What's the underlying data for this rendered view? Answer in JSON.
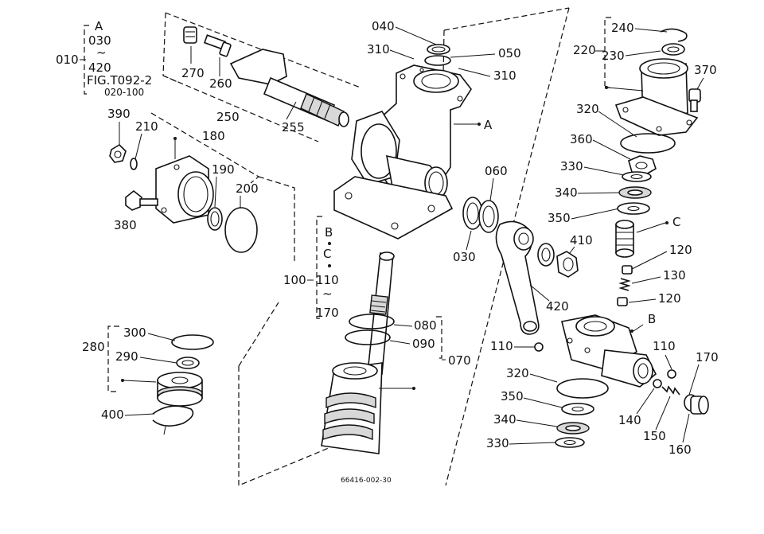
{
  "diagram": {
    "drawing_number": "66416-002-30"
  },
  "labels": {
    "l010": "010",
    "l_A": "A",
    "l030a": "030",
    "l420a": "420",
    "l_fig": "FIG.T092-2",
    "l_range": "020-100",
    "l270": "270",
    "l260": "260",
    "l250": "250",
    "l255": "255",
    "l390": "390",
    "l210": "210",
    "l180": "180",
    "l190": "190",
    "l200": "200",
    "l380": "380",
    "l040": "040",
    "l310a": "310",
    "l050": "050",
    "l310b": "310",
    "l_A2": "A",
    "l060": "060",
    "l030b": "030",
    "l_B": "B",
    "l_C": "C",
    "l100": "100",
    "l110a": "110",
    "l170a": "170",
    "l080": "080",
    "l090": "090",
    "l070": "070",
    "l280": "280",
    "l300": "300",
    "l290": "290",
    "l400": "400",
    "l240": "240",
    "l220": "220",
    "l230": "230",
    "l370": "370",
    "l320a": "320",
    "l360": "360",
    "l330a": "330",
    "l340a": "340",
    "l350a": "350",
    "l_C2": "C",
    "l410": "410",
    "l420b": "420",
    "l120a": "120",
    "l130": "130",
    "l120b": "120",
    "l_B2": "B",
    "l110b": "110",
    "l110c": "110",
    "l170b": "170",
    "l320b": "320",
    "l350b": "350",
    "l340b": "340",
    "l330b": "330",
    "l140": "140",
    "l150": "150",
    "l160": "160"
  }
}
